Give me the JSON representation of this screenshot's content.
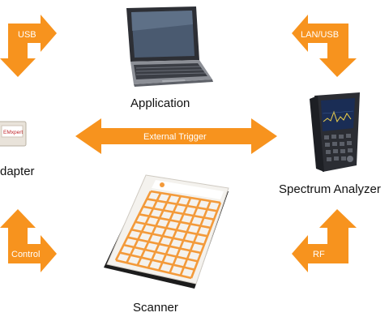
{
  "colors": {
    "arrow": "#f7931e",
    "scanner_grid": "#f39a3a",
    "device_dark": "#2b2d33"
  },
  "nodes": {
    "application": "Application",
    "adapter": "dapter",
    "spectrum_analyzer": "Spectrum Analyzer",
    "scanner": "Scanner"
  },
  "arrows": {
    "usb": "USB",
    "lan_usb": "LAN/USB",
    "external_trigger": "External Trigger",
    "control": "Control",
    "rf": "RF"
  },
  "logos": {
    "adapter_brand": "EMxpert"
  }
}
